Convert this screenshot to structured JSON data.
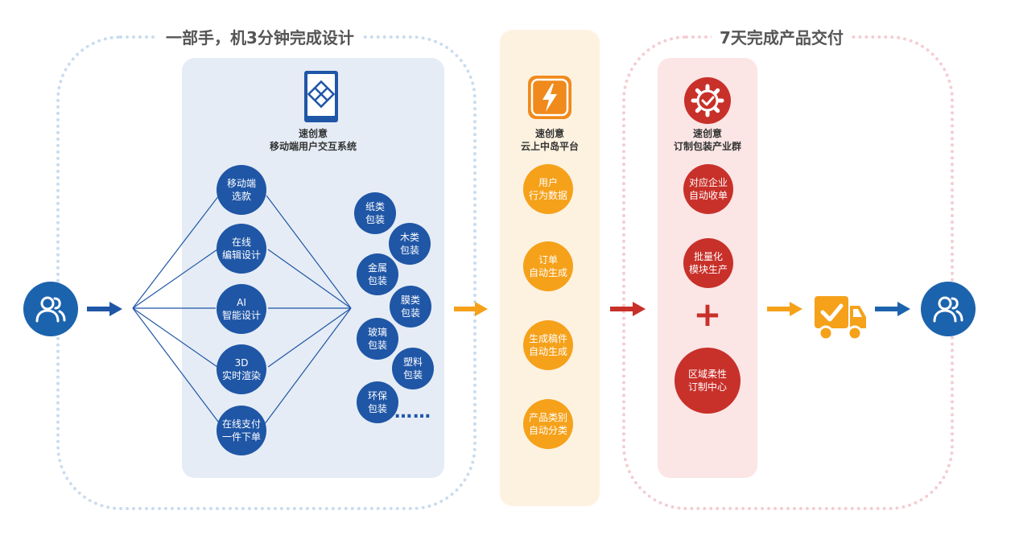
{
  "left_frame": {
    "title": "一部手，机3分钟完成设计"
  },
  "right_frame": {
    "title": "7天完成产品交付"
  },
  "mobile_system": {
    "caption_line1": "速创意",
    "caption_line2": "移动端用户交互系统",
    "functions": [
      {
        "line1": "移动端",
        "line2": "选款"
      },
      {
        "line1": "在线",
        "line2": "编辑设计"
      },
      {
        "line1": "AI",
        "line2": "智能设计"
      },
      {
        "line1": "3D",
        "line2": "实时渲染"
      },
      {
        "line1": "在线支付",
        "line2": "一件下单"
      }
    ],
    "categories": [
      {
        "line1": "纸类",
        "line2": "包装"
      },
      {
        "line1": "木类",
        "line2": "包装"
      },
      {
        "line1": "金属",
        "line2": "包装"
      },
      {
        "line1": "膜类",
        "line2": "包装"
      },
      {
        "line1": "玻璃",
        "line2": "包装"
      },
      {
        "line1": "塑料",
        "line2": "包装"
      },
      {
        "line1": "环保",
        "line2": "包装"
      }
    ],
    "more": "……"
  },
  "cloud_platform": {
    "caption_line1": "速创意",
    "caption_line2": "云上中岛平台",
    "steps": [
      {
        "line1": "用户",
        "line2": "行为数据"
      },
      {
        "line1": "订单",
        "line2": "自动生成"
      },
      {
        "line1": "生成稿件",
        "line2": "自动生成"
      },
      {
        "line1": "产品类别",
        "line2": "自动分类"
      }
    ]
  },
  "industry_cluster": {
    "caption_line1": "速创意",
    "caption_line2": "订制包装产业群",
    "steps": [
      {
        "line1": "对应企业",
        "line2": "自动收单"
      },
      {
        "line1": "批量化",
        "line2": "模块生产"
      },
      {
        "line1": "区域柔性",
        "line2": "订制中心"
      }
    ],
    "plus": "+"
  },
  "colors": {
    "blue": "#1f56a6",
    "orange": "#f5a11a",
    "red": "#c8302a",
    "user_blue": "#1c63ad"
  },
  "icons": {
    "start": "user-group-icon",
    "mobile": "mobile-app-logo-icon",
    "cloud": "lightning-logo-icon",
    "factory": "gear-check-icon",
    "delivery": "delivery-truck-icon",
    "end": "user-group-icon"
  }
}
